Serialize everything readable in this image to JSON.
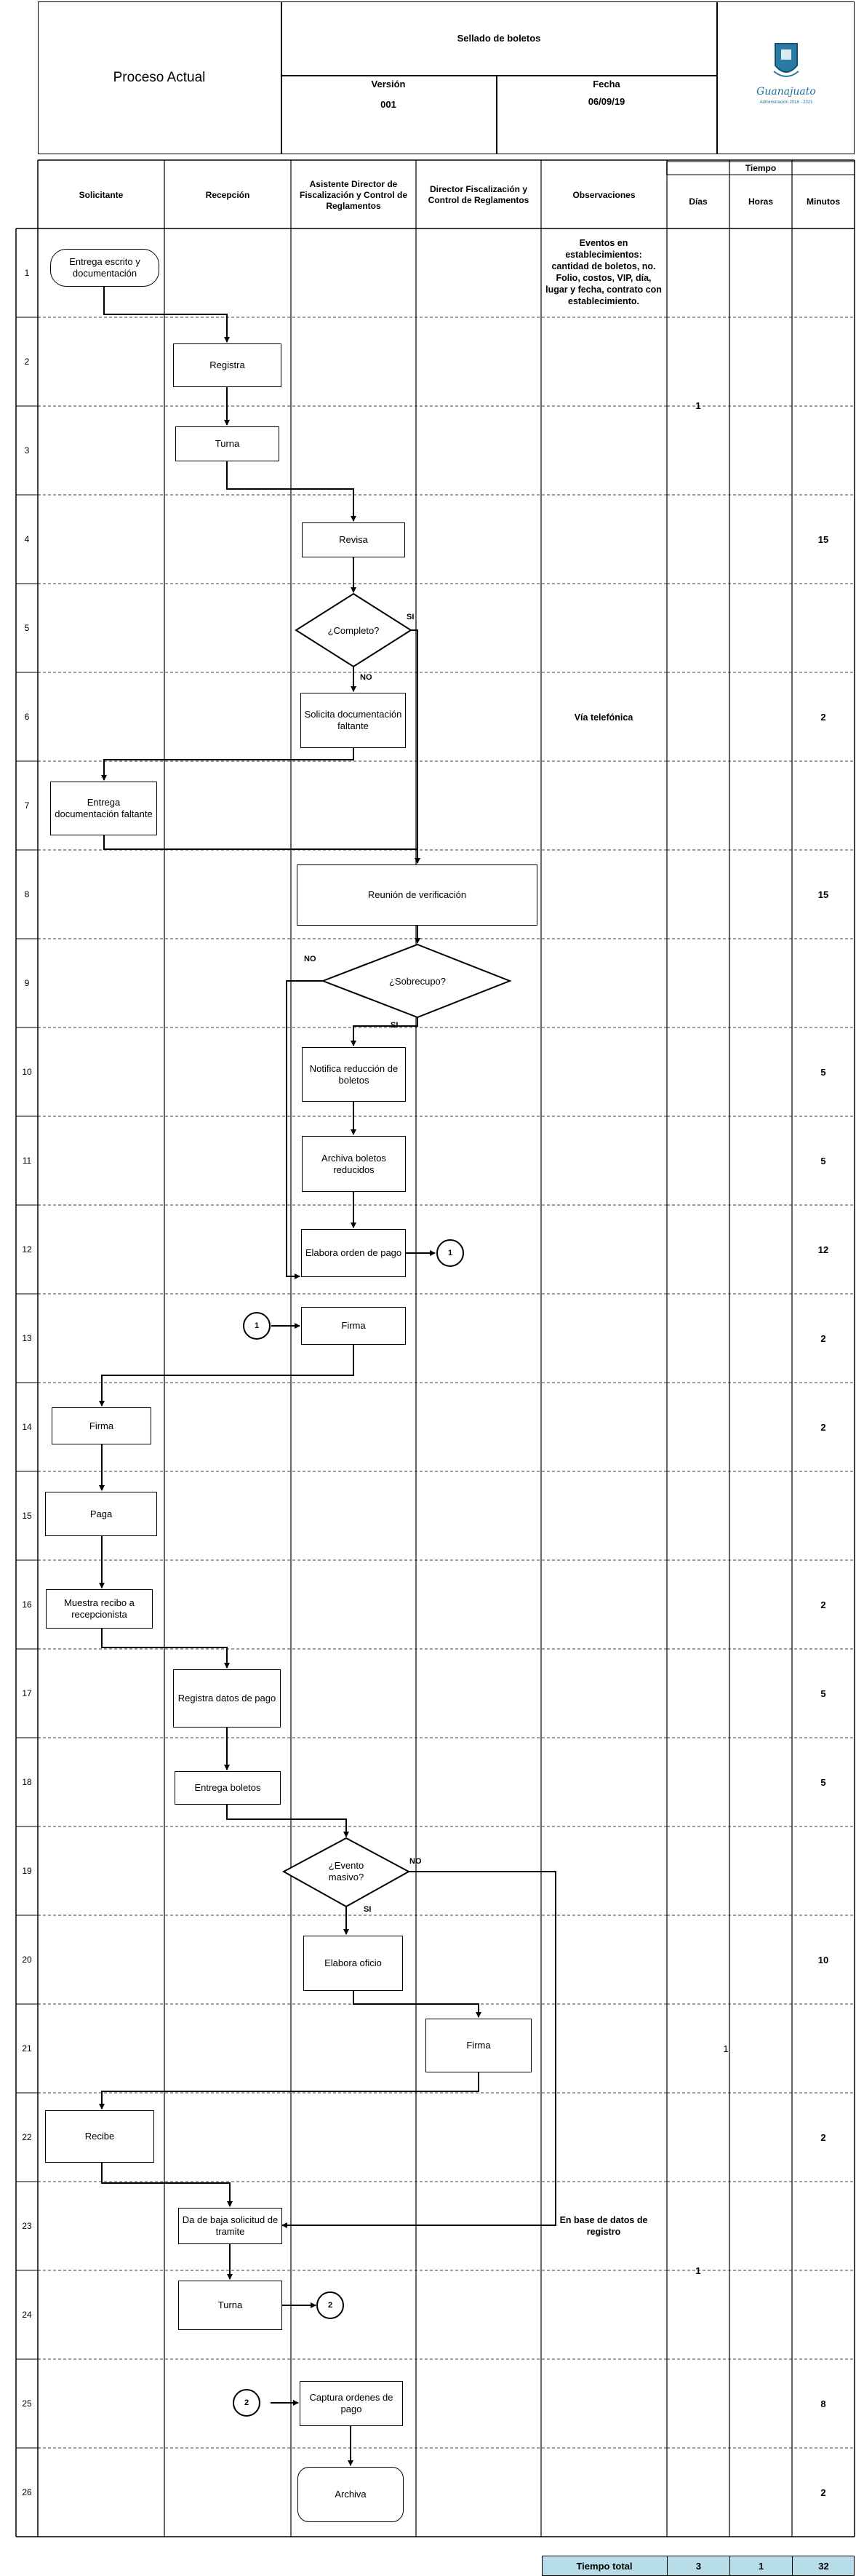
{
  "header": {
    "title": "Proceso Actual",
    "process_name": "Sellado de boletos",
    "version_label": "Versión",
    "version_value": "001",
    "date_label": "Fecha",
    "date_value": "06/09/19",
    "logo_text": "Guanajuato",
    "logo_subtext": "Administración 2018 - 2021"
  },
  "columns": {
    "solicitante": "Solicitante",
    "recepcion": "Recepción",
    "asistente": "Asistente Director de Fiscalización y Control de Reglamentos",
    "director": "Director Fiscalización y Control de Reglamentos",
    "observaciones": "Observaciones",
    "tiempo": "Tiempo",
    "dias": "Días",
    "horas": "Horas",
    "minutos": "Minutos"
  },
  "rows": [
    "1",
    "2",
    "3",
    "4",
    "5",
    "6",
    "7",
    "8",
    "9",
    "10",
    "11",
    "12",
    "13",
    "14",
    "15",
    "16",
    "17",
    "18",
    "19",
    "20",
    "21",
    "22",
    "23",
    "24",
    "25",
    "26"
  ],
  "nodes": {
    "n1": "Entrega escrito y documentación",
    "n2": "Registra",
    "n3": "Turna",
    "n4": "Revisa",
    "n5": "¿Completo?",
    "n6": "Solicita documentación faltante",
    "n7": "Entrega documentación faltante",
    "n8": "Reunión de verificación",
    "n9": "¿Sobrecupo?",
    "n10": "Notifica reducción de boletos",
    "n11": "Archiva boletos reducidos",
    "n12": "Elabora orden de pago",
    "n13": "Firma",
    "n14": "Firma",
    "n15": "Paga",
    "n16": "Muestra recibo a recepcionista",
    "n17": "Registra datos de pago",
    "n18": "Entrega boletos",
    "n19": "¿Evento masivo?",
    "n20": "Elabora oficio",
    "n21": "Firma",
    "n22": "Recibe",
    "n23": "Da de baja solicitud de tramite",
    "n24": "Turna",
    "n25": "Captura ordenes de pago",
    "n26": "Archiva"
  },
  "connectors": {
    "c1": "1",
    "c1b": "1",
    "c2": "2",
    "c2b": "2"
  },
  "labels": {
    "si": "SI",
    "no": "NO"
  },
  "observations": {
    "r1": "Eventos en establecimientos: cantidad de boletos, no. Folio, costos, VIP, día, lugar y fecha, contrato con establecimiento.",
    "r6": "Vía telefónica",
    "r23": "En base de datos de registro"
  },
  "days": {
    "d1": "1",
    "d2": "1",
    "d3": "1"
  },
  "minutes": {
    "r4": "15",
    "r6": "2",
    "r8": "15",
    "r10": "5",
    "r11": "5",
    "r12": "12",
    "r13": "2",
    "r14": "2",
    "r16": "2",
    "r17": "5",
    "r18": "5",
    "r20": "10",
    "r22": "2",
    "r25": "8",
    "r26": "2"
  },
  "totals": {
    "label": "Tiempo total",
    "dias": "3",
    "horas": "1",
    "minutos": "32"
  }
}
